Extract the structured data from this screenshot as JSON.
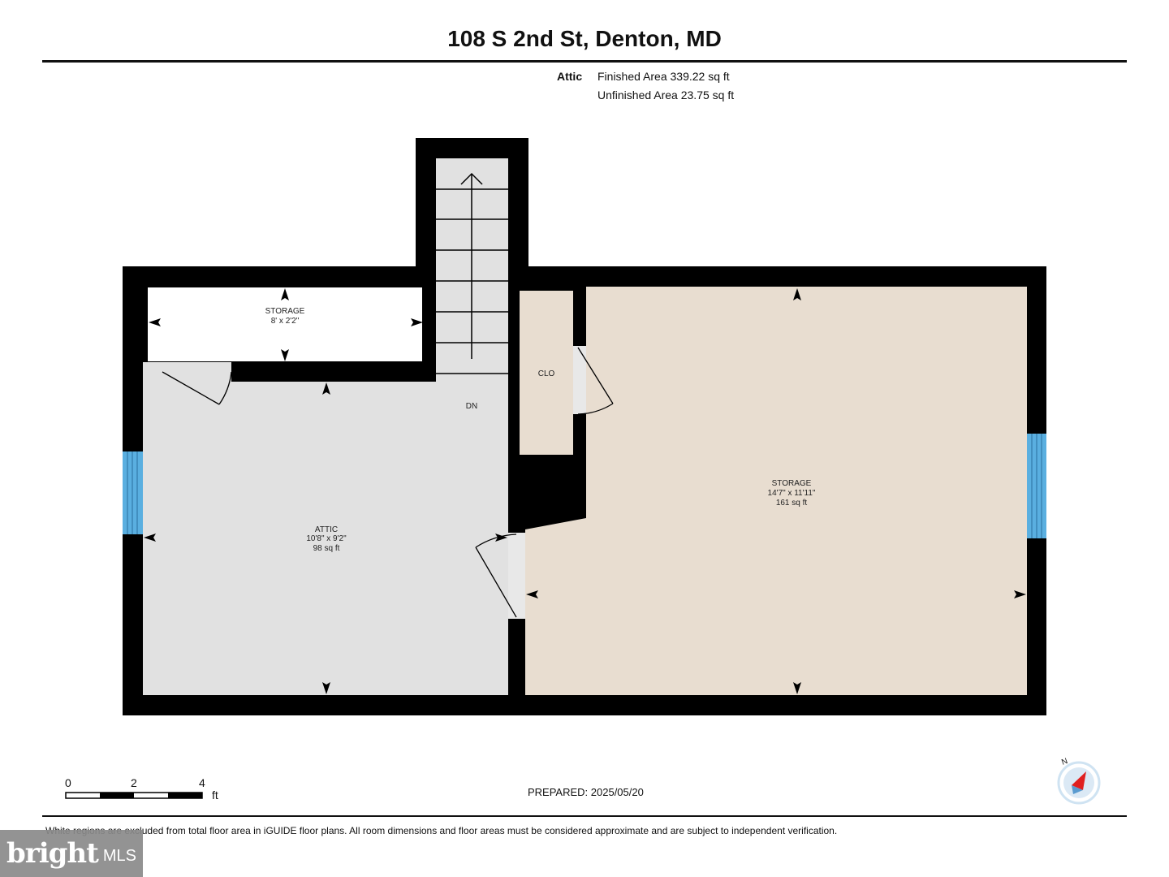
{
  "header": {
    "title": "108 S 2nd St, Denton, MD",
    "level": "Attic",
    "finished_area": "Finished Area 339.22 sq ft",
    "unfinished_area": "Unfinished Area 23.75 sq ft"
  },
  "rooms": {
    "storage_small": {
      "name": "STORAGE",
      "dims": "8' x 2'2\""
    },
    "closet": {
      "name": "CLO"
    },
    "stairs": {
      "label": "DN"
    },
    "attic": {
      "name": "ATTIC",
      "dims": "10'8\" x 9'2\"",
      "area": "98 sq ft"
    },
    "storage_large": {
      "name": "STORAGE",
      "dims": "14'7\" x 11'11\"",
      "area": "161 sq ft"
    }
  },
  "scale": {
    "ticks": [
      "0",
      "2",
      "4"
    ],
    "unit": "ft"
  },
  "compass": {
    "label": "N"
  },
  "footer": {
    "prepared": "PREPARED: 2025/05/20",
    "disclaimer": "White regions are excluded from total floor area in iGUIDE floor plans. All room dimensions and floor areas must be considered approximate and are subject to independent verification."
  },
  "watermark": {
    "brand": "bright",
    "suffix": "MLS"
  },
  "colors": {
    "wall": "#000000",
    "attic_fill": "#e1e1e1",
    "storage_fill": "#e8ddd0",
    "window": "#5aafe0",
    "compass_arrow": "#e02020"
  }
}
